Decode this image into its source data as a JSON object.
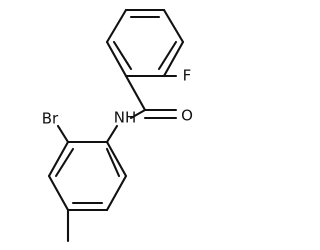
{
  "molecule": {
    "atoms": {
      "fluorine": "F",
      "oxygen": "O",
      "amide_nitrogen": "NH",
      "bromine": "Br"
    }
  },
  "colors": {
    "bond": "#111111",
    "label": "#111111",
    "background": "#ffffff"
  }
}
